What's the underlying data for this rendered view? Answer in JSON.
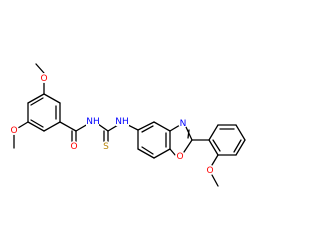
{
  "molecule": {
    "atoms": [
      {
        "id": "o_meo_top",
        "label": "O",
        "color": "#ff0000"
      },
      {
        "id": "o_meo_left",
        "label": "O",
        "color": "#ff0000"
      },
      {
        "id": "o_carbonyl",
        "label": "O",
        "color": "#ff0000"
      },
      {
        "id": "nh_amide",
        "label": "NH",
        "color": "#0000ff"
      },
      {
        "id": "s_thio",
        "label": "S",
        "color": "#b8860b"
      },
      {
        "id": "nh_aryl",
        "label": "NH",
        "color": "#0000ff"
      },
      {
        "id": "n_oxazole",
        "label": "N",
        "color": "#0000ff"
      },
      {
        "id": "o_oxazole",
        "label": "O",
        "color": "#ff0000"
      },
      {
        "id": "o_meo_right",
        "label": "O",
        "color": "#ff0000"
      }
    ]
  }
}
